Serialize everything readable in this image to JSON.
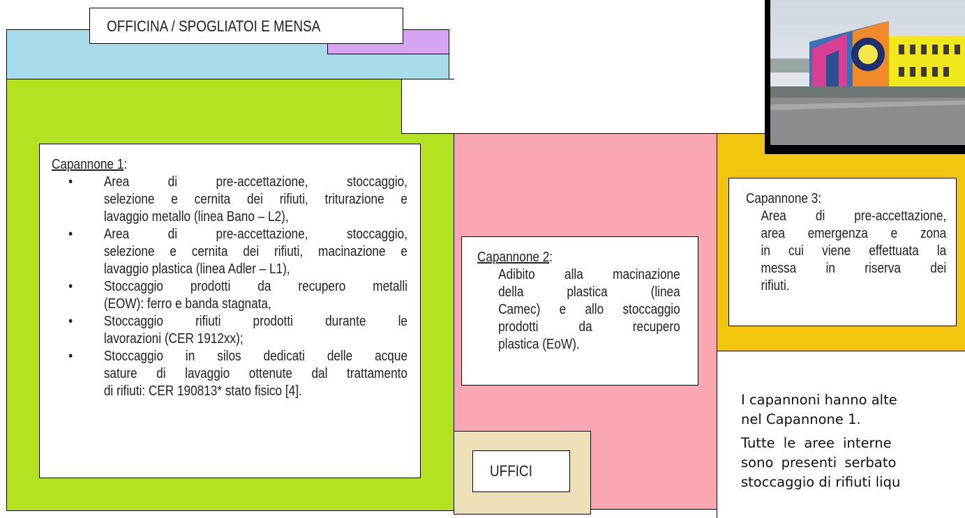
{
  "colors": {
    "green": "#b4e223",
    "blue": "#a9dcea",
    "purple": "#d6a4f2",
    "pink": "#f9a8b3",
    "yellow": "#f2c60e",
    "beige": "#ede0b6"
  },
  "officina": {
    "label": "OFFICINA / SPOGLIATOI E MENSA"
  },
  "photo": {
    "alt": "Capannone con murale colorato"
  },
  "capannone1": {
    "title": "Capannone 1",
    "colon": ":",
    "items": [
      {
        "lines": [
          "Area di pre-accettazione, stoccaggio,",
          "selezione e cernita dei rifiuti, triturazione e"
        ],
        "last": "lavaggio metallo (linea Bano – L2),"
      },
      {
        "lines": [
          "Area di pre-accettazione, stoccaggio,",
          "selezione e cernita dei rifiuti, macinazione e"
        ],
        "last": "lavaggio plastica (linea Adler – L1),"
      },
      {
        "lines": [
          "Stoccaggio prodotti da recupero metalli"
        ],
        "last": "(EOW): ferro e banda stagnata,"
      },
      {
        "lines": [
          "Stoccaggio rifiuti prodotti durante le"
        ],
        "last": "lavorazioni (CER 1912xx);"
      },
      {
        "lines": [
          "Stoccaggio in silos dedicati delle acque",
          "sature di lavaggio ottenute dal trattamento"
        ],
        "last": "di rifiuti: CER 190813* stato fisico [4]."
      }
    ]
  },
  "capannone2": {
    "title": "Capannone 2",
    "colon": ":",
    "lines": [
      "Adibito alla macinazione",
      "della plastica (linea",
      "Camec) e allo stoccaggio",
      "prodotti da recupero"
    ],
    "last": "plastica (EoW)."
  },
  "capannone3": {
    "title": "Capannone 3:",
    "lines": [
      "Area di pre-accettazione,",
      "area emergenza e zona",
      "in cui viene effettuata la",
      "messa in riserva dei"
    ],
    "last": "rifiuti."
  },
  "uffici": {
    "label": "UFFICI"
  },
  "bottom_text": {
    "line1": "I capannoni hanno alte",
    "line2": "nel Capannone 1.",
    "line3": "Tutte le aree interne",
    "line4": "sono presenti serbato",
    "line5": "stoccaggio di rifiuti liqu"
  }
}
